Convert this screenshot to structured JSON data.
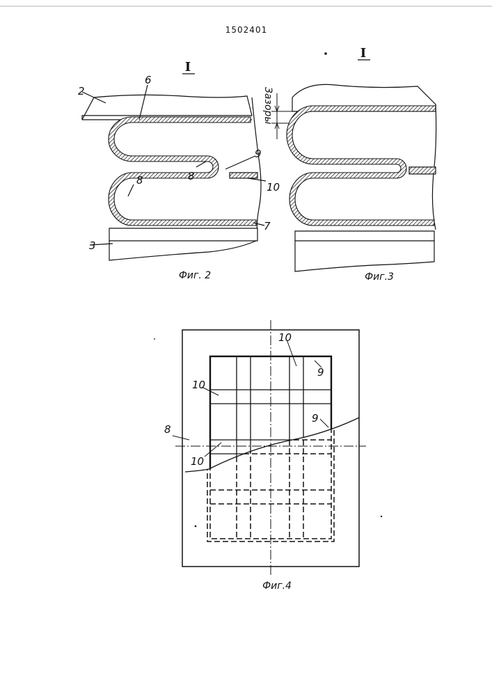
{
  "patent_number": "1502401",
  "section_mark": "I",
  "fig2": {
    "caption": "Фиг. 2",
    "labels": [
      "2",
      "6",
      "9",
      "8",
      "10",
      "8",
      "7",
      "3"
    ]
  },
  "fig3": {
    "caption": "Фиг.3",
    "gap_label": "Зазоры"
  },
  "fig4": {
    "caption": "Фиг.4",
    "labels": [
      "10",
      "9",
      "10",
      "9",
      "8",
      "10"
    ]
  }
}
